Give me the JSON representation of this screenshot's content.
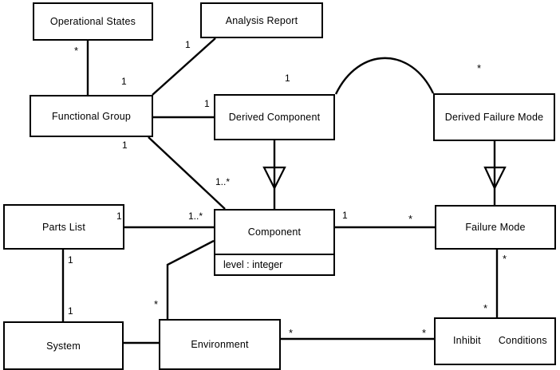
{
  "diagram": {
    "type": "uml-class-diagram",
    "title": "",
    "background_color": "#ffffff",
    "line_color": "#000000",
    "classes": [
      {
        "id": "operational-states",
        "name": "Operational States",
        "attributes": []
      },
      {
        "id": "analysis-report",
        "name": "Analysis Report",
        "attributes": []
      },
      {
        "id": "functional-group",
        "name": "Functional Group",
        "attributes": []
      },
      {
        "id": "derived-component",
        "name": "Derived Component",
        "attributes": []
      },
      {
        "id": "derived-failure-mode",
        "name": "Derived Failure Mode",
        "attributes": []
      },
      {
        "id": "parts-list",
        "name": "Parts List",
        "attributes": []
      },
      {
        "id": "component",
        "name": "Component",
        "attributes": [
          "level : integer"
        ]
      },
      {
        "id": "failure-mode",
        "name": "Failure Mode",
        "attributes": []
      },
      {
        "id": "system",
        "name": "System",
        "attributes": []
      },
      {
        "id": "environment",
        "name": "Environment",
        "attributes": []
      },
      {
        "id": "inhibit-conditions",
        "name_line1": "Inhibit",
        "name_line2": "Conditions",
        "attributes": []
      }
    ],
    "multiplicities": [
      {
        "id": "m1",
        "label": "*",
        "near": "operational-states",
        "association": "operational-states--functional-group"
      },
      {
        "id": "m2",
        "label": "1",
        "near": "functional-group",
        "association": "functional-group--analysis-report"
      },
      {
        "id": "m3",
        "label": "1",
        "near": "analysis-report",
        "association": "functional-group--analysis-report"
      },
      {
        "id": "m4",
        "label": "1",
        "near": "derived-component",
        "association": "functional-group--derived-component"
      },
      {
        "id": "m5",
        "label": "1",
        "near": "derived-component",
        "association": "derived-component--derived-failure-mode"
      },
      {
        "id": "m6",
        "label": "*",
        "near": "derived-failure-mode",
        "association": "derived-component--derived-failure-mode"
      },
      {
        "id": "m7",
        "label": "1",
        "near": "functional-group",
        "association": "functional-group--component"
      },
      {
        "id": "m8",
        "label": "1..*",
        "near": "component",
        "association": "functional-group--component"
      },
      {
        "id": "m9",
        "label": "1",
        "near": "parts-list",
        "association": "parts-list--component"
      },
      {
        "id": "m10",
        "label": "1..*",
        "near": "component",
        "association": "parts-list--component"
      },
      {
        "id": "m11",
        "label": "1",
        "near": "component",
        "association": "component--failure-mode"
      },
      {
        "id": "m12",
        "label": "*",
        "near": "failure-mode",
        "association": "component--failure-mode"
      },
      {
        "id": "m13",
        "label": "1",
        "near": "parts-list",
        "association": "parts-list--system"
      },
      {
        "id": "m14",
        "label": "1",
        "near": "system",
        "association": "parts-list--system"
      },
      {
        "id": "m15",
        "label": "*",
        "near": "environment",
        "association": "environment--component"
      },
      {
        "id": "m16",
        "label": "*",
        "near": "environment",
        "association": "environment--inhibit-conditions"
      },
      {
        "id": "m17",
        "label": "*",
        "near": "inhibit-conditions",
        "association": "environment--inhibit-conditions"
      },
      {
        "id": "m18",
        "label": "*",
        "near": "failure-mode",
        "association": "failure-mode--inhibit-conditions"
      },
      {
        "id": "m19",
        "label": "*",
        "near": "inhibit-conditions",
        "association": "failure-mode--inhibit-conditions"
      }
    ],
    "generalizations": [
      {
        "from": "derived-component",
        "to": "component"
      },
      {
        "from": "derived-failure-mode",
        "to": "failure-mode"
      }
    ]
  }
}
